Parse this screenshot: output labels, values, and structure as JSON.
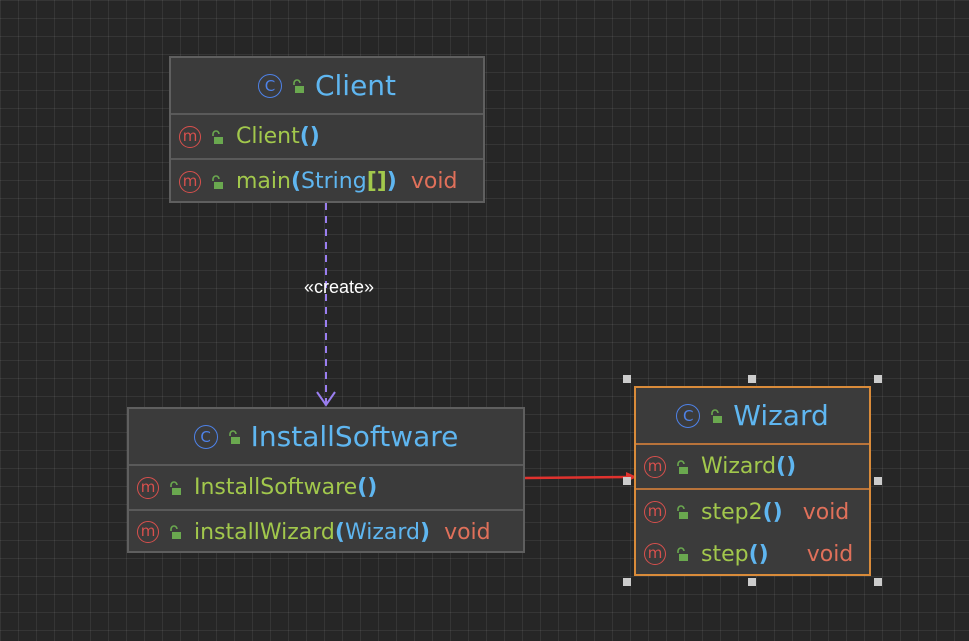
{
  "nodes": {
    "client": {
      "title": "Client",
      "class_icon": "C",
      "methods": [
        {
          "name": "Client",
          "paren_open": "(",
          "param": "",
          "param_suffix": "",
          "paren_close": ")",
          "ret": ""
        },
        {
          "name": "main",
          "paren_open": "(",
          "param": "String",
          "param_suffix": "[]",
          "paren_close": ")",
          "ret": "void"
        }
      ]
    },
    "install": {
      "title": "InstallSoftware",
      "class_icon": "C",
      "methods": [
        {
          "name": "InstallSoftware",
          "paren_open": "(",
          "param": "",
          "param_suffix": "",
          "paren_close": ")",
          "ret": ""
        },
        {
          "name": "installWizard",
          "paren_open": "(",
          "param": "Wizard",
          "param_suffix": "",
          "paren_close": ")",
          "ret": "void"
        }
      ]
    },
    "wizard": {
      "title": "Wizard",
      "class_icon": "C",
      "methods": [
        {
          "name": "Wizard",
          "paren_open": "(",
          "param": "",
          "param_suffix": "",
          "paren_close": ")",
          "ret": ""
        },
        {
          "name": "step2",
          "paren_open": "(",
          "param": "",
          "param_suffix": "",
          "paren_close": ")",
          "ret": "void"
        },
        {
          "name": "step",
          "paren_open": "(",
          "param": "",
          "param_suffix": "",
          "paren_close": ")",
          "ret": "void"
        }
      ]
    }
  },
  "method_icon": "m",
  "edges": {
    "create_label": "«create»"
  },
  "colors": {
    "background": "#262626",
    "class_title": "#5fb6f0",
    "method_name": "#a2c84c",
    "return_type": "#e0705a",
    "create_edge": "#9a7ef0",
    "association_edge": "#e0322e",
    "selection_border": "#d98b3a"
  }
}
